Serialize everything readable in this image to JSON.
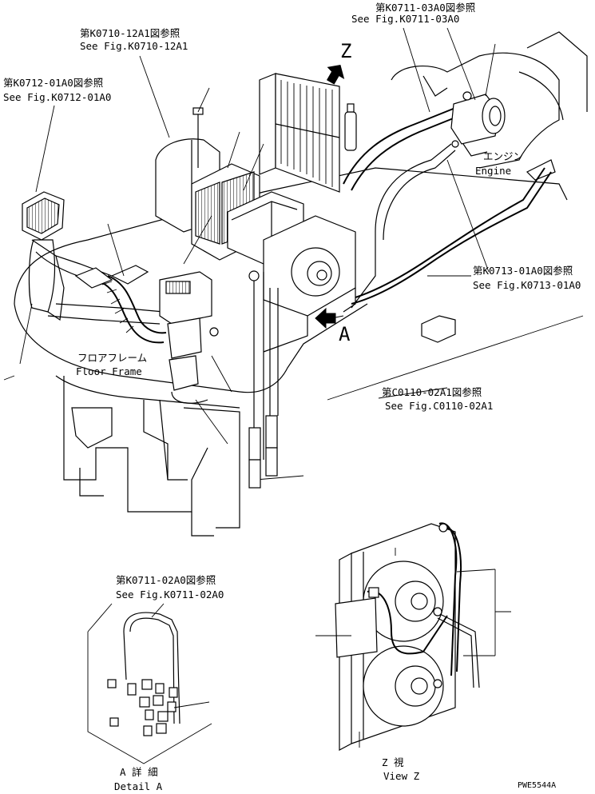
{
  "labels": {
    "ref_k0711_03a0_jp": "第K0711-03A0図参照",
    "ref_k0711_03a0_en": "See Fig.K0711-03A0",
    "ref_k0710_12a1_jp": "第K0710-12A1図参照",
    "ref_k0710_12a1_en": "See Fig.K0710-12A1",
    "ref_k0712_01a0_jp": "第K0712-01A0図参照",
    "ref_k0712_01a0_en": "See Fig.K0712-01A0",
    "engine_jp": "エンジン",
    "engine_en": "Engine",
    "ref_k0713_01a0_jp": "第K0713-01A0図参照",
    "ref_k0713_01a0_en": "See Fig.K0713-01A0",
    "floor_frame_jp": "フロアフレーム",
    "floor_frame_en": "Floor Frame",
    "ref_c0110_02a1_jp": "第C0110-02A1図参照",
    "ref_c0110_02a1_en": "See Fig.C0110-02A1",
    "ref_k0711_02a0_jp": "第K0711-02A0図参照",
    "ref_k0711_02a0_en": "See Fig.K0711-02A0",
    "view_z_letter": "Z",
    "view_a_letter": "A",
    "detail_a_jp": "A 詳 細",
    "detail_a_en": "Detail A",
    "view_z_jp": "Z  視",
    "view_z_en": "View Z",
    "drawing_code": "PWE5544A"
  }
}
